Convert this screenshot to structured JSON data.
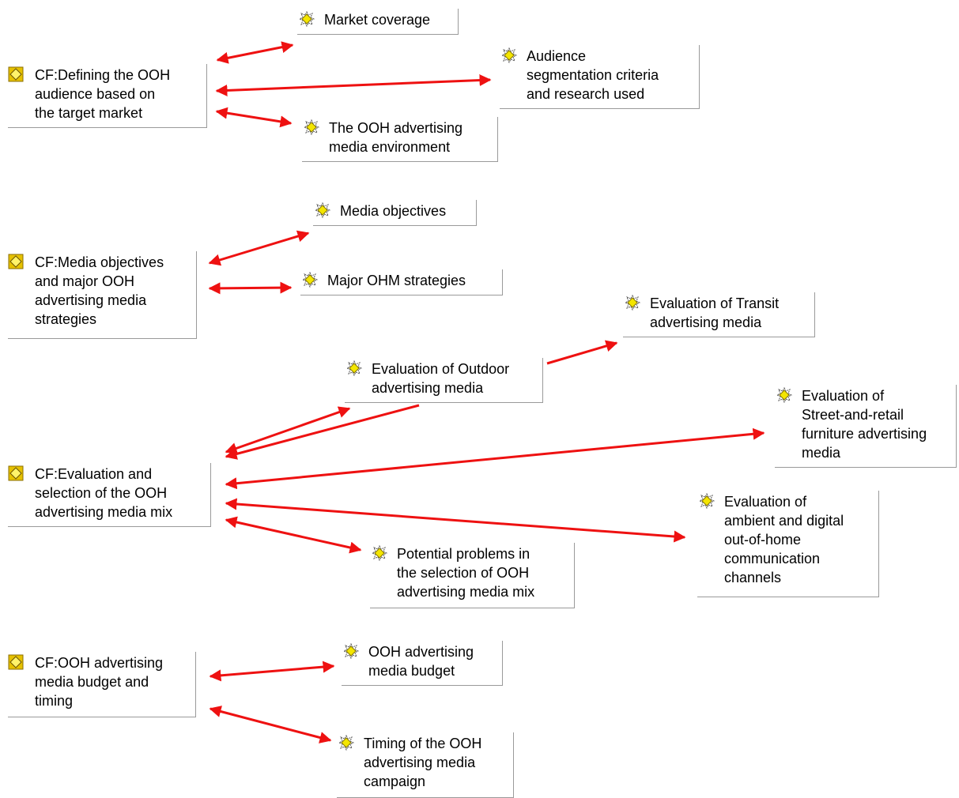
{
  "colors": {
    "edge": "#ee1111",
    "hub_icon": "#e5c100",
    "leaf_icon": "#f4e600"
  },
  "nodes": [
    {
      "id": "market-coverage",
      "kind": "leaf",
      "icon": "star-burst-icon",
      "lines": [
        "Market coverage"
      ]
    },
    {
      "id": "audience-segmentation",
      "kind": "leaf",
      "icon": "star-burst-icon",
      "lines": [
        "Audience",
        "segmentation criteria",
        "and research used"
      ]
    },
    {
      "id": "cf-defining",
      "kind": "hub",
      "icon": "diamond-icon",
      "lines": [
        "CF:Defining the OOH",
        "audience based on",
        "the target market"
      ]
    },
    {
      "id": "ooh-environment",
      "kind": "leaf",
      "icon": "star-burst-icon",
      "lines": [
        "The OOH advertising",
        "media environment"
      ]
    },
    {
      "id": "media-objectives",
      "kind": "leaf",
      "icon": "star-burst-icon",
      "lines": [
        "Media objectives"
      ]
    },
    {
      "id": "cf-media-objectives",
      "kind": "hub",
      "icon": "diamond-icon",
      "lines": [
        "CF:Media objectives",
        "and major OOH",
        "advertising media",
        "strategies"
      ]
    },
    {
      "id": "major-ohm",
      "kind": "leaf",
      "icon": "star-burst-icon",
      "lines": [
        "Major OHM strategies"
      ]
    },
    {
      "id": "eval-transit",
      "kind": "leaf",
      "icon": "star-burst-icon",
      "lines": [
        "Evaluation of Transit",
        "advertising media"
      ]
    },
    {
      "id": "eval-outdoor",
      "kind": "leaf",
      "icon": "star-burst-icon",
      "lines": [
        "Evaluation of Outdoor",
        "advertising media"
      ]
    },
    {
      "id": "eval-street",
      "kind": "leaf",
      "icon": "star-burst-icon",
      "lines": [
        "Evaluation of",
        "Street-and-retail",
        "furniture advertising",
        "media"
      ]
    },
    {
      "id": "cf-evaluation",
      "kind": "hub",
      "icon": "diamond-icon",
      "lines": [
        "CF:Evaluation and",
        "selection of the OOH",
        "advertising media mix"
      ]
    },
    {
      "id": "eval-ambient",
      "kind": "leaf",
      "icon": "star-burst-icon",
      "lines": [
        "Evaluation of",
        "ambient and digital",
        "out-of-home",
        "communication",
        "channels"
      ]
    },
    {
      "id": "potential-problems",
      "kind": "leaf",
      "icon": "star-burst-icon",
      "lines": [
        "Potential problems in",
        "the selection of OOH",
        "advertising media mix"
      ]
    },
    {
      "id": "cf-budget",
      "kind": "hub",
      "icon": "diamond-icon",
      "lines": [
        "CF:OOH advertising",
        "media budget and",
        "timing"
      ]
    },
    {
      "id": "ooh-budget",
      "kind": "leaf",
      "icon": "star-burst-icon",
      "lines": [
        "OOH advertising",
        "media budget"
      ]
    },
    {
      "id": "timing",
      "kind": "leaf",
      "icon": "star-burst-icon",
      "lines": [
        "Timing of the OOH",
        "advertising media",
        "campaign"
      ]
    }
  ],
  "edges": [
    {
      "from": "cf-defining",
      "to": "market-coverage",
      "arrows": "both"
    },
    {
      "from": "cf-defining",
      "to": "audience-segmentation",
      "arrows": "both"
    },
    {
      "from": "cf-defining",
      "to": "ooh-environment",
      "arrows": "both"
    },
    {
      "from": "cf-media-objectives",
      "to": "media-objectives",
      "arrows": "both"
    },
    {
      "from": "cf-media-objectives",
      "to": "major-ohm",
      "arrows": "both"
    },
    {
      "from": "cf-evaluation",
      "to": "eval-outdoor",
      "arrows": "both"
    },
    {
      "from": "eval-outdoor",
      "to": "cf-evaluation",
      "arrows": "end"
    },
    {
      "from": "eval-outdoor",
      "to": "eval-transit",
      "arrows": "end"
    },
    {
      "from": "cf-evaluation",
      "to": "eval-street",
      "arrows": "both"
    },
    {
      "from": "cf-evaluation",
      "to": "eval-ambient",
      "arrows": "both"
    },
    {
      "from": "cf-evaluation",
      "to": "potential-problems",
      "arrows": "both"
    },
    {
      "from": "cf-budget",
      "to": "ooh-budget",
      "arrows": "both"
    },
    {
      "from": "cf-budget",
      "to": "timing",
      "arrows": "both"
    }
  ]
}
